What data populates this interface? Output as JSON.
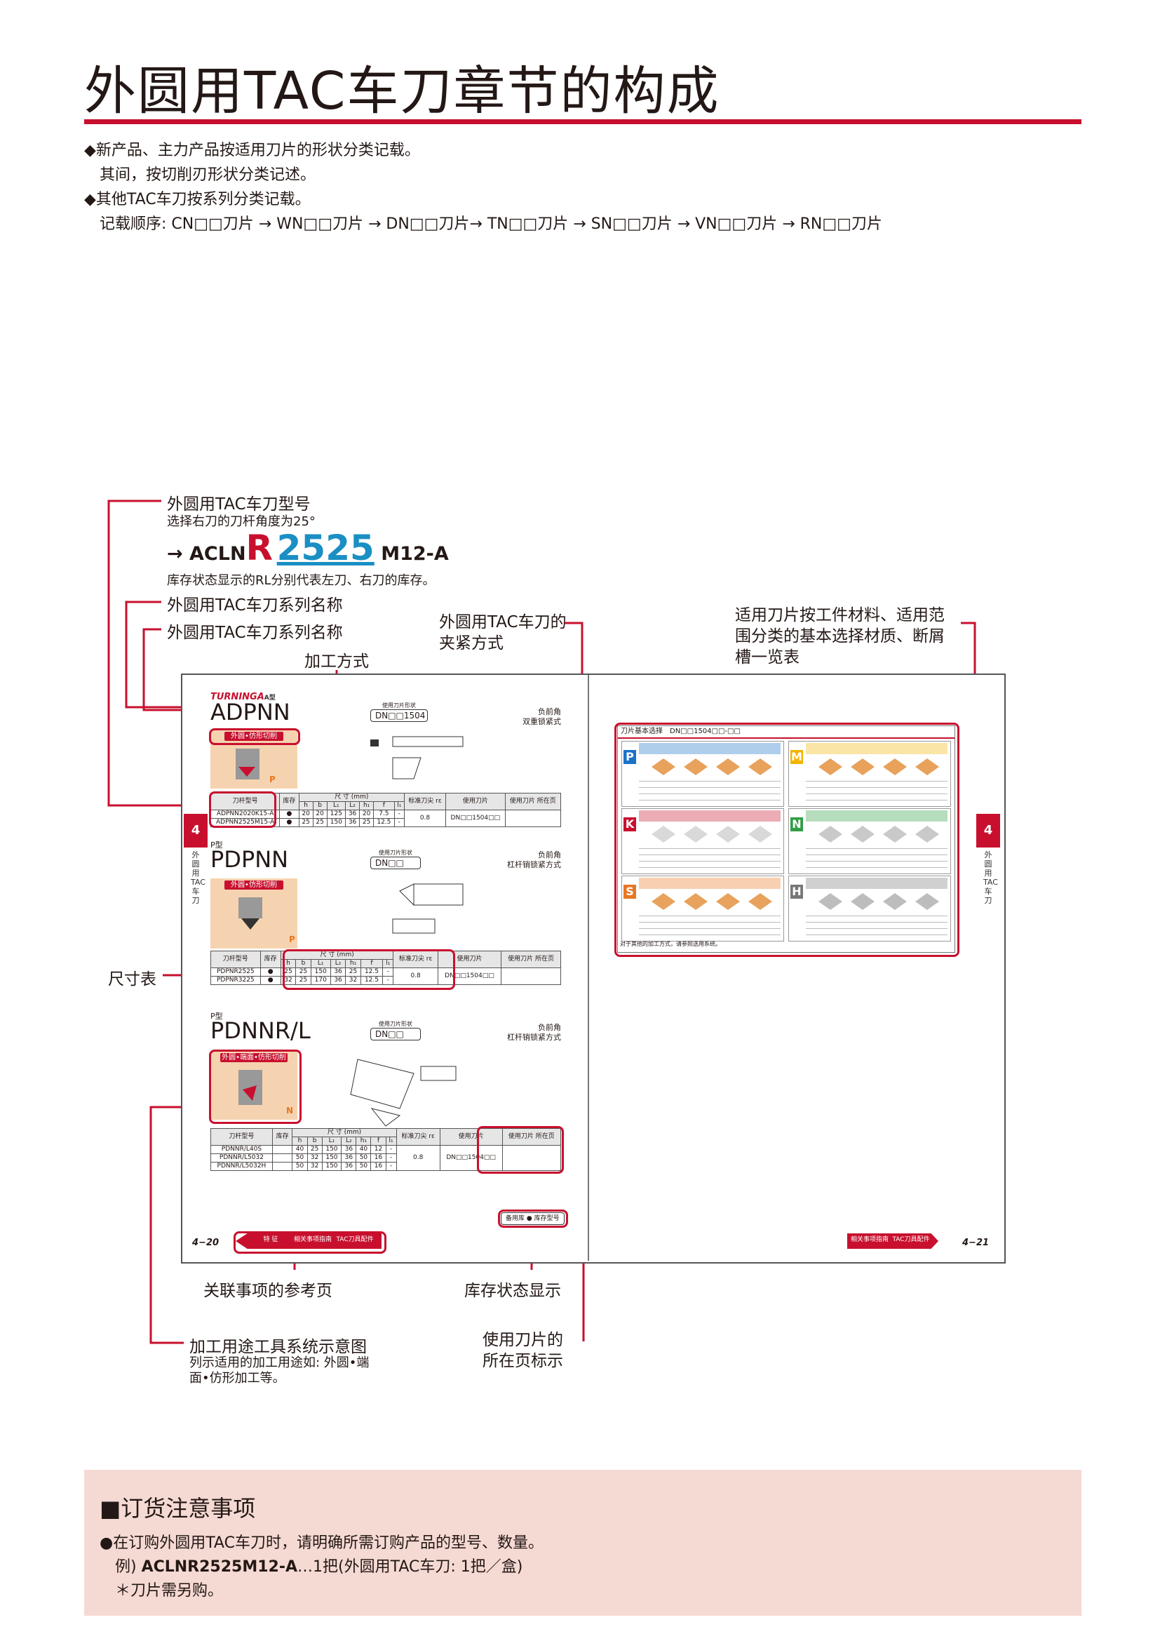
{
  "title": "外圆用TAC车刀章节的构成",
  "intro": [
    "◆新产品、主力产品按适用刀片的形状分类记载。",
    "　其间，按切削刃形状分类记述。",
    "◆其他TAC车刀按系列分类记载。",
    "　记载顺序: CN□□刀片 → WN□□刀片 → DN□□刀片→ TN□□刀片 → SN□□刀片 → VN□□刀片 → RN□□刀片"
  ],
  "callouts": {
    "model_title": "外圆用TAC车刀型号",
    "model_sub": "选择右刀的刀杆角度为25°",
    "code_prefix": "→ ACLN",
    "code_r": "R",
    "code_num": "2525",
    "code_suffix": " M12-A",
    "stock_note": "库存状态显示的RL分别代表左刀、右刀的库存。",
    "series_name_1": "外圆用TAC车刀系列名称",
    "series_name_2": "外圆用TAC车刀系列名称",
    "machining": "加工方式",
    "clamping": "外圆用TAC车刀的\n夹紧方式",
    "insert_list": "适用刀片按工件材料、适用范\n围分类的基本选择材质、断屑\n槽一览表",
    "dimension_table": "尺寸表",
    "ref_page": "关联事项的参考页",
    "stock_display": "库存状态显示",
    "tool_diagram": "加工用途工具系统示意图",
    "tool_diagram_sub": "列示适用的加工用途如: 外圆•端\n面•仿形加工等。",
    "insert_page": "使用刀片的\n所在页标示"
  },
  "spread": {
    "brand": "TURNINGA",
    "brand_suffix": "A型",
    "series": [
      {
        "type": "",
        "name": "ADPNN",
        "insert": "DN□□1504",
        "insert_head": "使用刀片形状",
        "rake": "负前角",
        "clamp": "双重锁紧式",
        "apps": "外圆•仿形切削",
        "rows": [
          [
            "ADPNN2020K15-A",
            "●",
            "20",
            "20",
            "125",
            "36",
            "20",
            "7.5",
            "-"
          ],
          [
            "ADPNN2525M15-A",
            "●",
            "25",
            "25",
            "150",
            "36",
            "25",
            "12.5",
            "-"
          ]
        ],
        "rn": "0.8",
        "ins": "DN□□1504□□"
      },
      {
        "type": "P型",
        "name": "PDPNN",
        "insert": "DN□□",
        "insert_head": "使用刀片形状",
        "rake": "负前角",
        "clamp": "杠杆销锁紧方式",
        "apps": "外圆•仿形切削",
        "rows": [
          [
            "PDPNR2525",
            "●",
            "25",
            "25",
            "150",
            "36",
            "25",
            "12.5",
            "-"
          ],
          [
            "PDPNR3225",
            "●",
            "32",
            "25",
            "170",
            "36",
            "32",
            "12.5",
            "-"
          ]
        ],
        "rn": "0.8",
        "ins": "DN□□1504□□"
      },
      {
        "type": "P型",
        "name": "PDNNR/L",
        "insert": "DN□□",
        "insert_head": "使用刀片形状",
        "rake": "负前角",
        "clamp": "杠杆销锁紧方式",
        "apps": "外圆•端面•仿形切削",
        "rows": [
          [
            "PDNNR/L40S",
            "",
            "40",
            "25",
            "150",
            "36",
            "40",
            "12",
            "-"
          ],
          [
            "PDNNR/L5032",
            "",
            "50",
            "32",
            "150",
            "36",
            "50",
            "16",
            "-"
          ],
          [
            "PDNNR/L5032H",
            "",
            "50",
            "32",
            "150",
            "36",
            "50",
            "16",
            "-"
          ]
        ],
        "rn": "0.8",
        "ins": "DN□□1504□□"
      }
    ],
    "table_head": [
      "刀杆型号",
      "库存",
      "h",
      "b",
      "L₁",
      "L₂",
      "h₁",
      "f",
      "l₁"
    ],
    "table_dim": "尺 寸 (mm)",
    "col_rn": "标准刀尖 rε",
    "col_ins": "使用刀片",
    "col_page": "使用刀片 所在页",
    "tab_num": "4",
    "tab_text": "外圆用TAC车刀",
    "select_head": "刀片基本选择　DN□□1504□□-□□",
    "materials": [
      {
        "letter": "P",
        "color": "#1a73c8",
        "chip": "#e8a25c"
      },
      {
        "letter": "M",
        "color": "#f2b400",
        "chip": "#e8a25c"
      },
      {
        "letter": "K",
        "color": "#c8102e",
        "chip": "#d9d9d9"
      },
      {
        "letter": "N",
        "color": "#2f9e44",
        "chip": "#c9c9c9"
      },
      {
        "letter": "S",
        "color": "#e87722",
        "chip": "#e8a25c"
      },
      {
        "letter": "H",
        "color": "#777777",
        "chip": "#bdbdbd"
      }
    ],
    "page_left": "4−20",
    "page_right": "4−21",
    "nav_1": "特 征",
    "nav_2": "相关事项指南",
    "nav_3": "TAC刀具配件",
    "stock_legend": "备用库 ● 库存型号",
    "note": "对于其他的加工方式，请参照选用系统。"
  },
  "order": {
    "heading": "■订货注意事项",
    "line1": "●在订购外圆用TAC车刀时，请明确所需订购产品的型号、数量。",
    "ex_prefix": "　例) ",
    "ex_code": "ACLNR2525M12-A",
    "ex_rest": "…1把(外圆用TAC车刀: 1把／盒)",
    "line3": "　＊刀片需另购。"
  }
}
